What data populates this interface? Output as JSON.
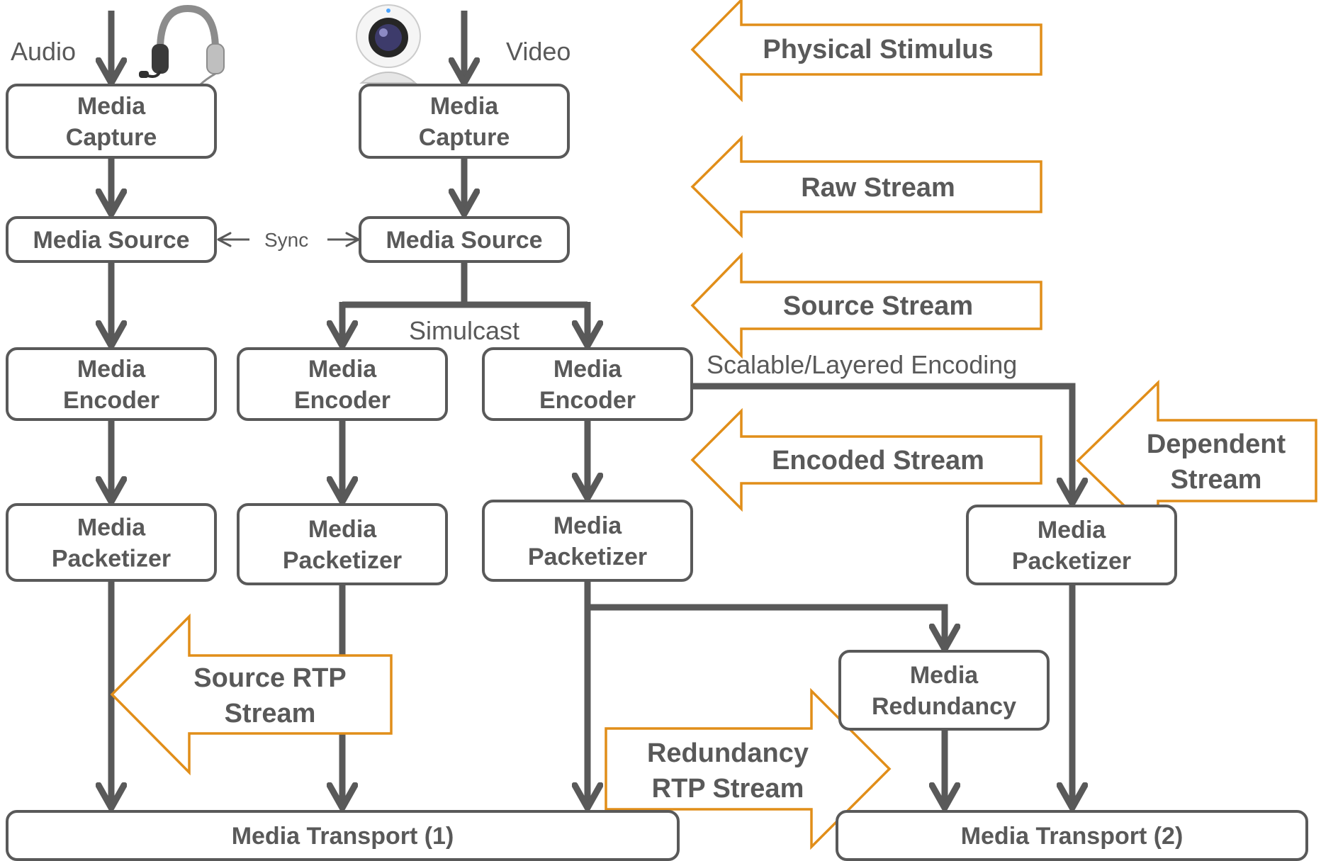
{
  "inputs": {
    "audio": "Audio",
    "video": "Video",
    "headset_icon": "headset-icon",
    "webcam_icon": "webcam-icon"
  },
  "boxes": {
    "audio_capture": [
      "Media",
      "Capture"
    ],
    "video_capture": [
      "Media",
      "Capture"
    ],
    "audio_source": [
      "Media Source"
    ],
    "video_source": [
      "Media Source"
    ],
    "audio_encoder": [
      "Media",
      "Encoder"
    ],
    "simulcast_encoder": [
      "Media",
      "Encoder"
    ],
    "layered_encoder": [
      "Media",
      "Encoder"
    ],
    "audio_packetizer": [
      "Media",
      "Packetizer"
    ],
    "simulcast_packetizer": [
      "Media",
      "Packetizer"
    ],
    "layered_packetizer": [
      "Media",
      "Packetizer"
    ],
    "dependent_packetizer": [
      "Media",
      "Packetizer"
    ],
    "redundancy": [
      "Media",
      "Redundancy"
    ],
    "transport1": [
      "Media Transport (1)"
    ],
    "transport2": [
      "Media Transport (2)"
    ]
  },
  "labels": {
    "sync": "Sync",
    "simulcast": "Simulcast",
    "scalable": "Scalable/Layered Encoding"
  },
  "callouts": {
    "physical": [
      "Physical Stimulus"
    ],
    "raw": [
      "Raw Stream"
    ],
    "source_stream": [
      "Source Stream"
    ],
    "encoded": [
      "Encoded Stream"
    ],
    "dependent": [
      "Dependent",
      "Stream"
    ],
    "source_rtp": [
      "Source RTP",
      "Stream"
    ],
    "redundancy_rtp": [
      "Redundancy",
      "RTP Stream"
    ]
  },
  "colors": {
    "line": "#595959",
    "callout_border": "#e18e19",
    "background": "#ffffff"
  }
}
